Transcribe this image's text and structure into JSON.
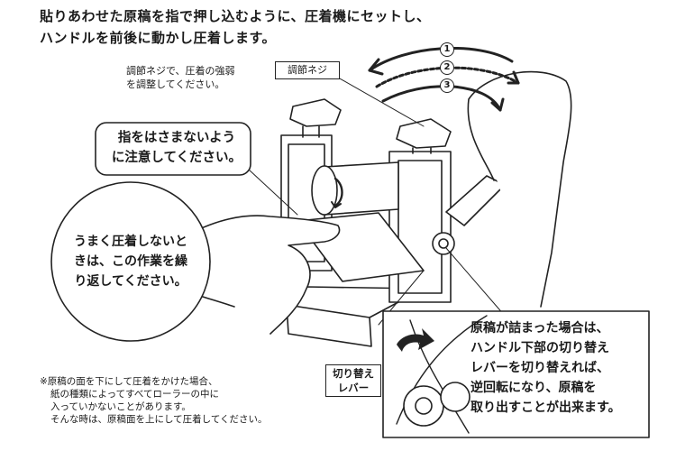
{
  "instructions": {
    "line1": "貼りあわせた原稿を指で押し込むように、圧着機にセットし、",
    "line2": "ハンドルを前後に動かし圧着します。"
  },
  "adjust_note": {
    "line1": "調節ネジで、圧着の強弱",
    "line2": "を調整してください。",
    "label": "調節ネジ"
  },
  "finger_warning": {
    "line1": "指をはさまないよう",
    "line2": "に注意してください。"
  },
  "retry_note": {
    "line1": "うまく圧着しないと",
    "line2": "きは、この作業を繰",
    "line3": "り返してください。"
  },
  "jam_note": {
    "line1": "原稿が詰まった場合は、",
    "line2": "ハンドル下部の切り替え",
    "line3": "レバーを切り替えれば、",
    "line4": "逆回転になり、原稿を",
    "line5": "取り出すことが出来ます。"
  },
  "lever_label": {
    "line1": "切り替え",
    "line2": "レバー"
  },
  "arrow_numbers": [
    "1",
    "2",
    "3"
  ],
  "footnote": {
    "line1": "※原稿の面を下にして圧着をかけた場合、",
    "line2": "紙の種類によってすべてローラーの中に",
    "line3": "入っていかないことがあります。",
    "line4": "そんな時は、原稿面を上にして圧着してください。"
  }
}
